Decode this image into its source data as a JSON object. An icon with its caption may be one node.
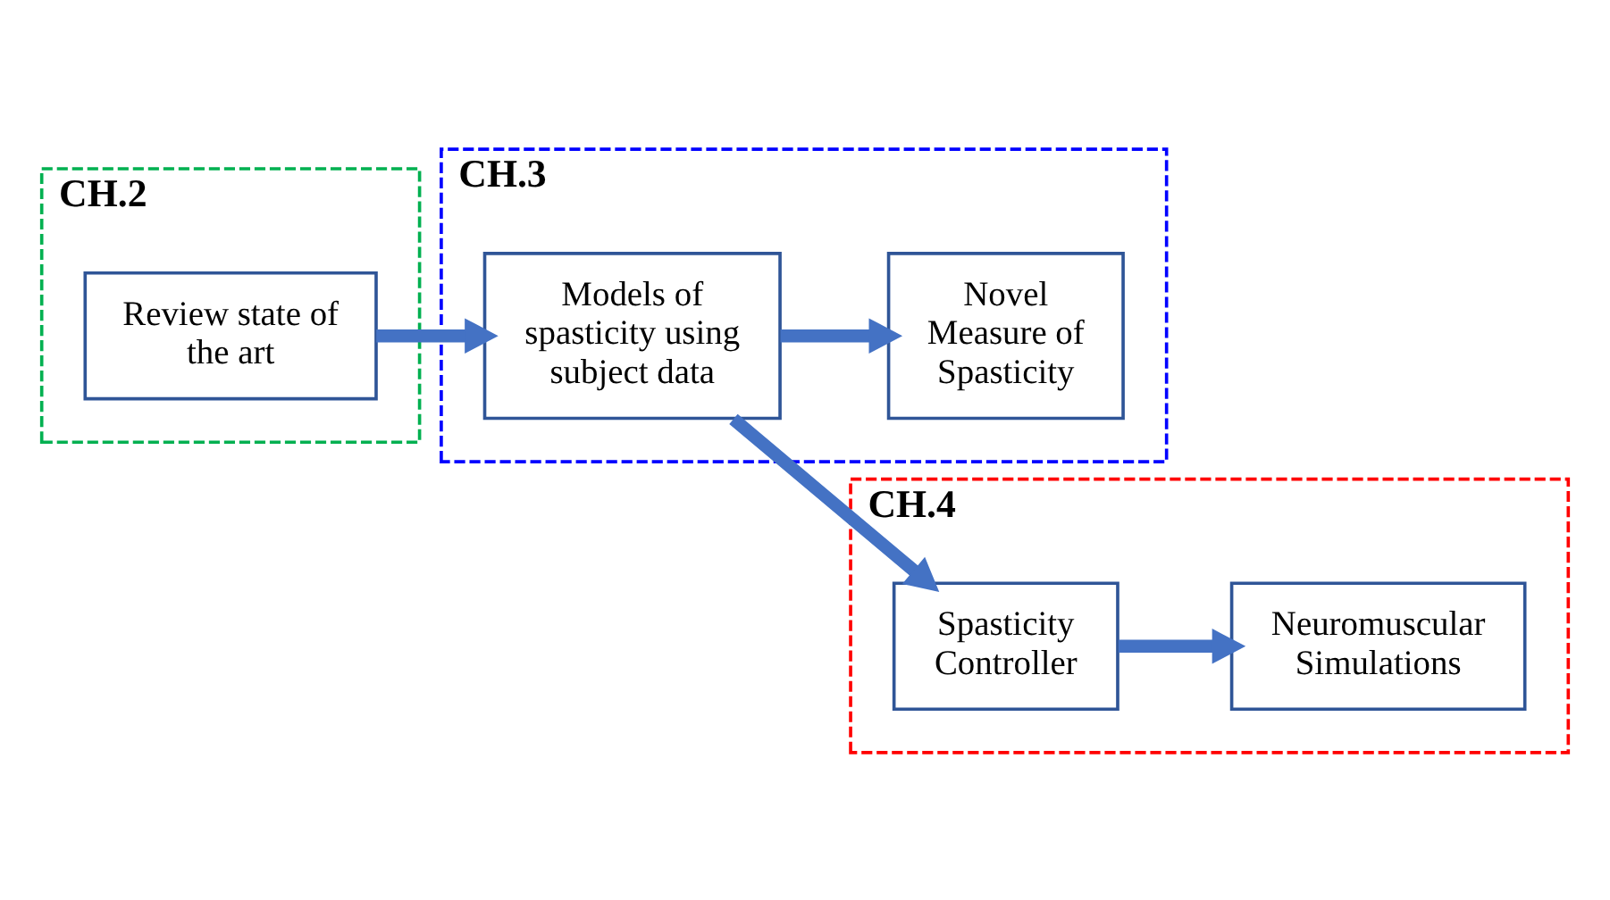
{
  "diagram": {
    "nodes": [
      {
        "text": [
          "CH.2"
        ]
      },
      {
        "text": [
          "Review state of the art"
        ],
        "in": 0
      },
      {
        "text": [
          "CH.3"
        ]
      },
      {
        "text": [
          "Models of spasticity using subject data"
        ],
        "in": 2
      },
      {
        "text": [
          "Novel Measure of Spasticity"
        ],
        "in": 2
      },
      {
        "text": [
          "CH.4"
        ]
      },
      {
        "text": [
          "Spasticity Controller"
        ],
        "in": 5
      },
      {
        "text": [
          "Neuromuscular Simulations"
        ],
        "in": 5
      }
    ],
    "edges": [
      {
        "from": 1,
        "to": 3,
        "arrow": "to"
      },
      {
        "from": 3,
        "to": 4,
        "arrow": "to"
      },
      {
        "from": 3,
        "to": 6,
        "arrow": "to"
      },
      {
        "from": 6,
        "to": 7,
        "arrow": "to"
      }
    ]
  }
}
